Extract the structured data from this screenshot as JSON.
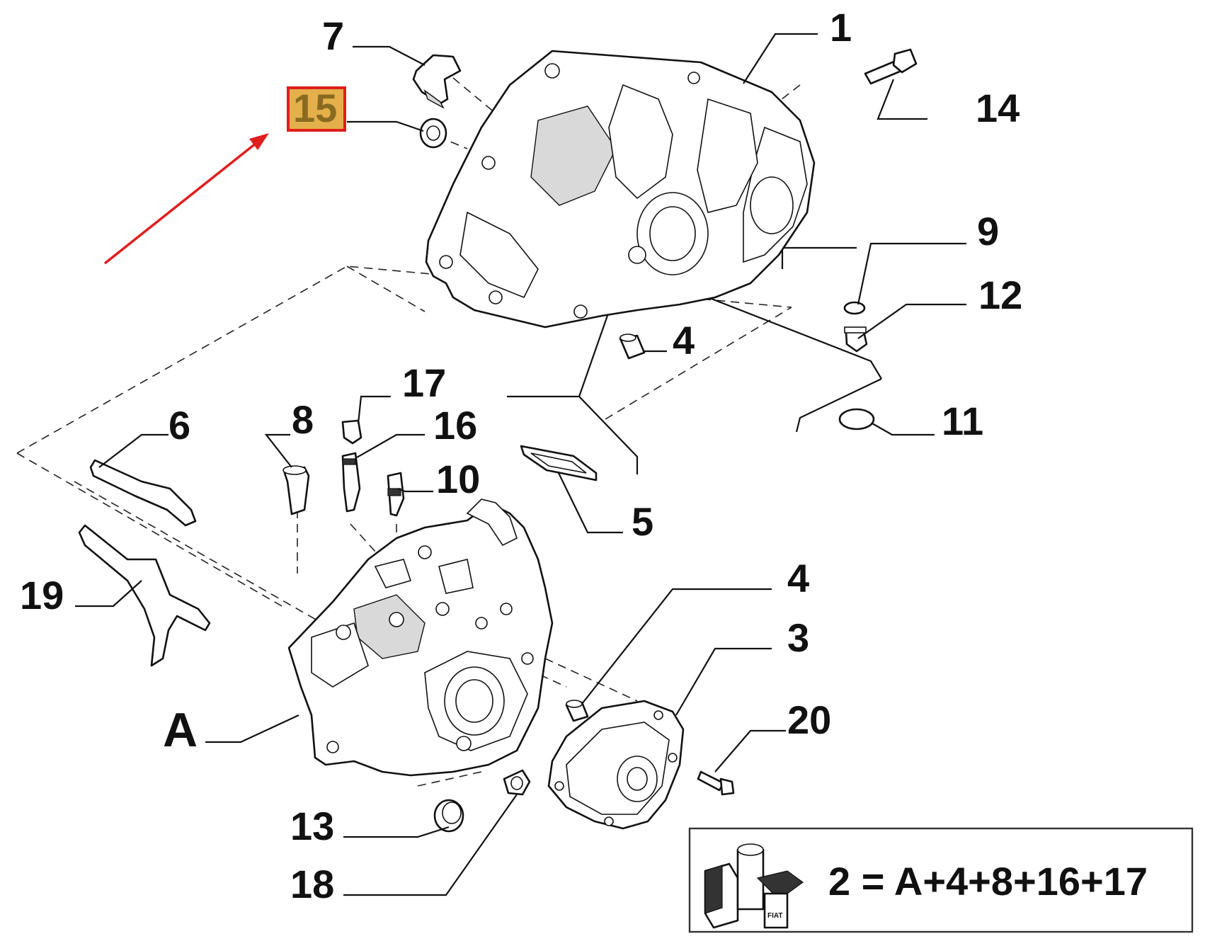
{
  "diagram": {
    "labels": {
      "p1": "1",
      "p3": "3",
      "p4a": "4",
      "p4b": "4",
      "p5": "5",
      "p6": "6",
      "p7": "7",
      "p8": "8",
      "p9": "9",
      "p10": "10",
      "p11": "11",
      "p12": "12",
      "p13": "13",
      "p14": "14",
      "p15": "15",
      "p16": "16",
      "p17": "17",
      "p18": "18",
      "p19": "19",
      "p20": "20",
      "pA": "A"
    },
    "highlight": {
      "label": "15",
      "fill_color": "#e3b04b",
      "border_color": "#e01e1e",
      "arrow_color": "#e01e1e"
    },
    "kit_box": {
      "formula": "2 = A+4+8+16+17",
      "icon_text": "FIAT"
    }
  }
}
